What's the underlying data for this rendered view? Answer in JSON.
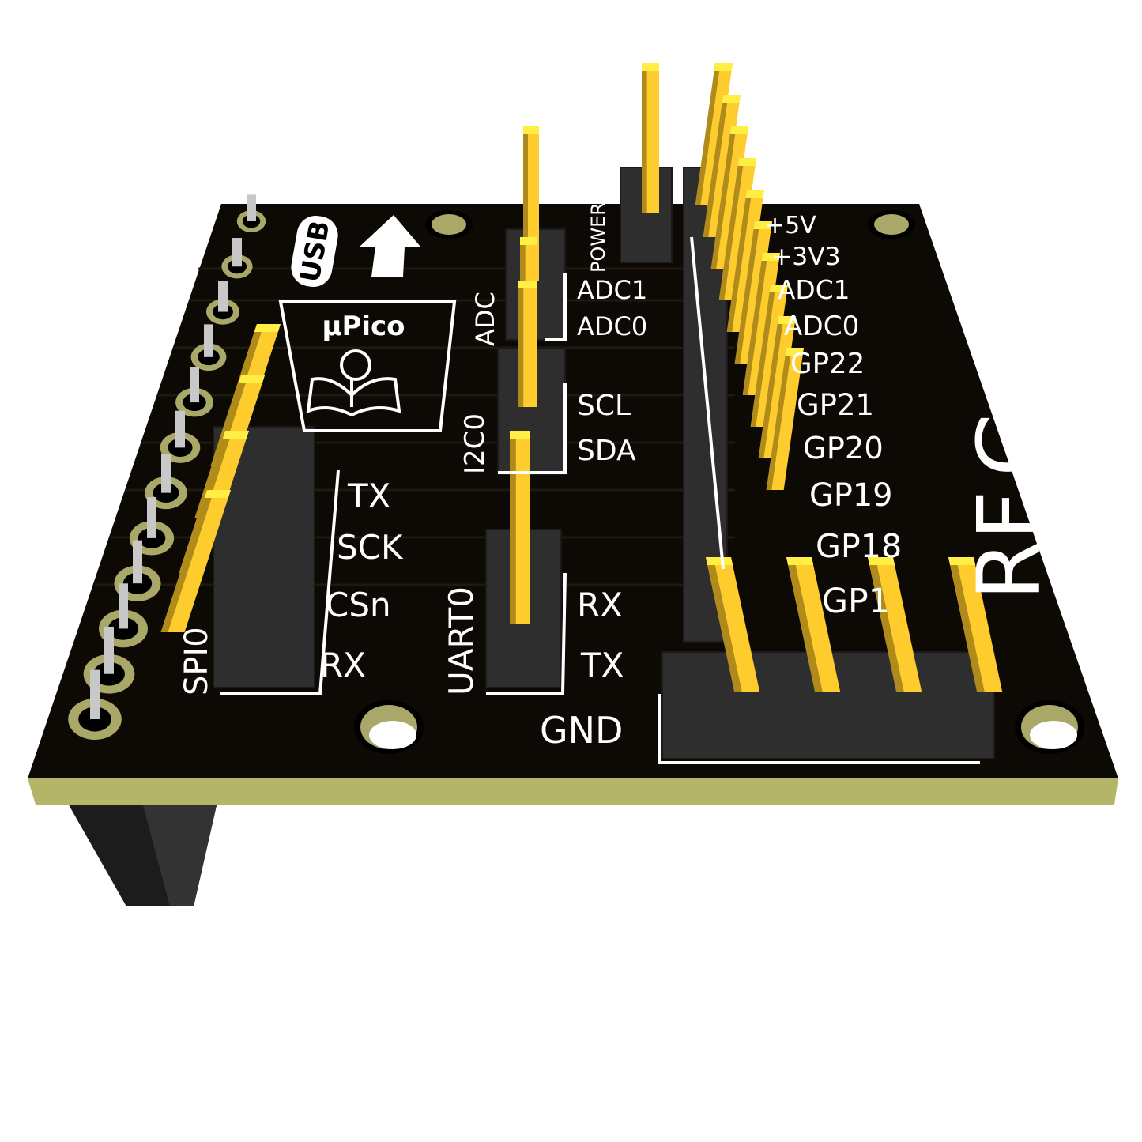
{
  "board": {
    "logo_text": "μPico",
    "usb_label": "USB",
    "brand": "RF.Guru",
    "colors": {
      "pcb": "#0d0a05",
      "edge": "#b5b56a",
      "pin": "#ffcc2e",
      "header": "#2e2e2e",
      "silk": "#ffffff"
    }
  },
  "spi": {
    "title": "SPI0",
    "pins": [
      "TX",
      "SCK",
      "CSn",
      "RX"
    ]
  },
  "uart": {
    "title": "UART0",
    "pins": [
      "RX",
      "TX"
    ]
  },
  "i2c": {
    "title": "I2C0",
    "pins": [
      "SCL",
      "SDA"
    ]
  },
  "adc": {
    "title": "ADC",
    "pins": [
      "ADC1",
      "ADC0"
    ]
  },
  "power": {
    "title": "POWER"
  },
  "right_header": {
    "pins": [
      "+5V",
      "+3V3",
      "ADC1",
      "ADC0",
      "GP22",
      "GP21",
      "GP20",
      "GP19",
      "GP18",
      "GP1"
    ]
  },
  "gnd": {
    "label": "GND"
  }
}
